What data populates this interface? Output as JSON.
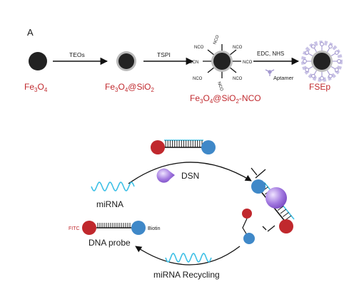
{
  "panel_label": "A",
  "synthesis": {
    "step1_reagent": "TEOs",
    "step2_reagent": "TSPI",
    "step3_reagent": "EDC, NHS",
    "step3_sub": "Aptamer",
    "products": [
      {
        "base": "Fe",
        "sub1": "3",
        "mid1": "O",
        "sub2": "4",
        "tail": ""
      },
      {
        "base": "Fe",
        "sub1": "3",
        "mid1": "O",
        "sub2": "4",
        "tail": "@SiO",
        "sub3": "2"
      },
      {
        "base": "Fe",
        "sub1": "3",
        "mid1": "O",
        "sub2": "4",
        "tail": "@SiO",
        "sub3": "2",
        "tail2": "-NCO"
      }
    ],
    "final_product": "FSEp",
    "nco_label": "NCO",
    "ocn_label": "OCN"
  },
  "cycle": {
    "dsn_label": "DSN",
    "mirna_label": "miRNA",
    "fitc_label": "FITC",
    "biotin_label": "Biotin",
    "dna_probe_label": "DNA probe",
    "recycling_label": "miRNA Recycling"
  },
  "colors": {
    "product_label": "#c0282d",
    "probe_red": "#c0282d",
    "probe_blue": "#3f88c8",
    "mirna_cyan": "#3ec0e6",
    "dsn_purple": "#8e5fce",
    "particle_core": "#222222",
    "aptamer": "#a398cf"
  }
}
